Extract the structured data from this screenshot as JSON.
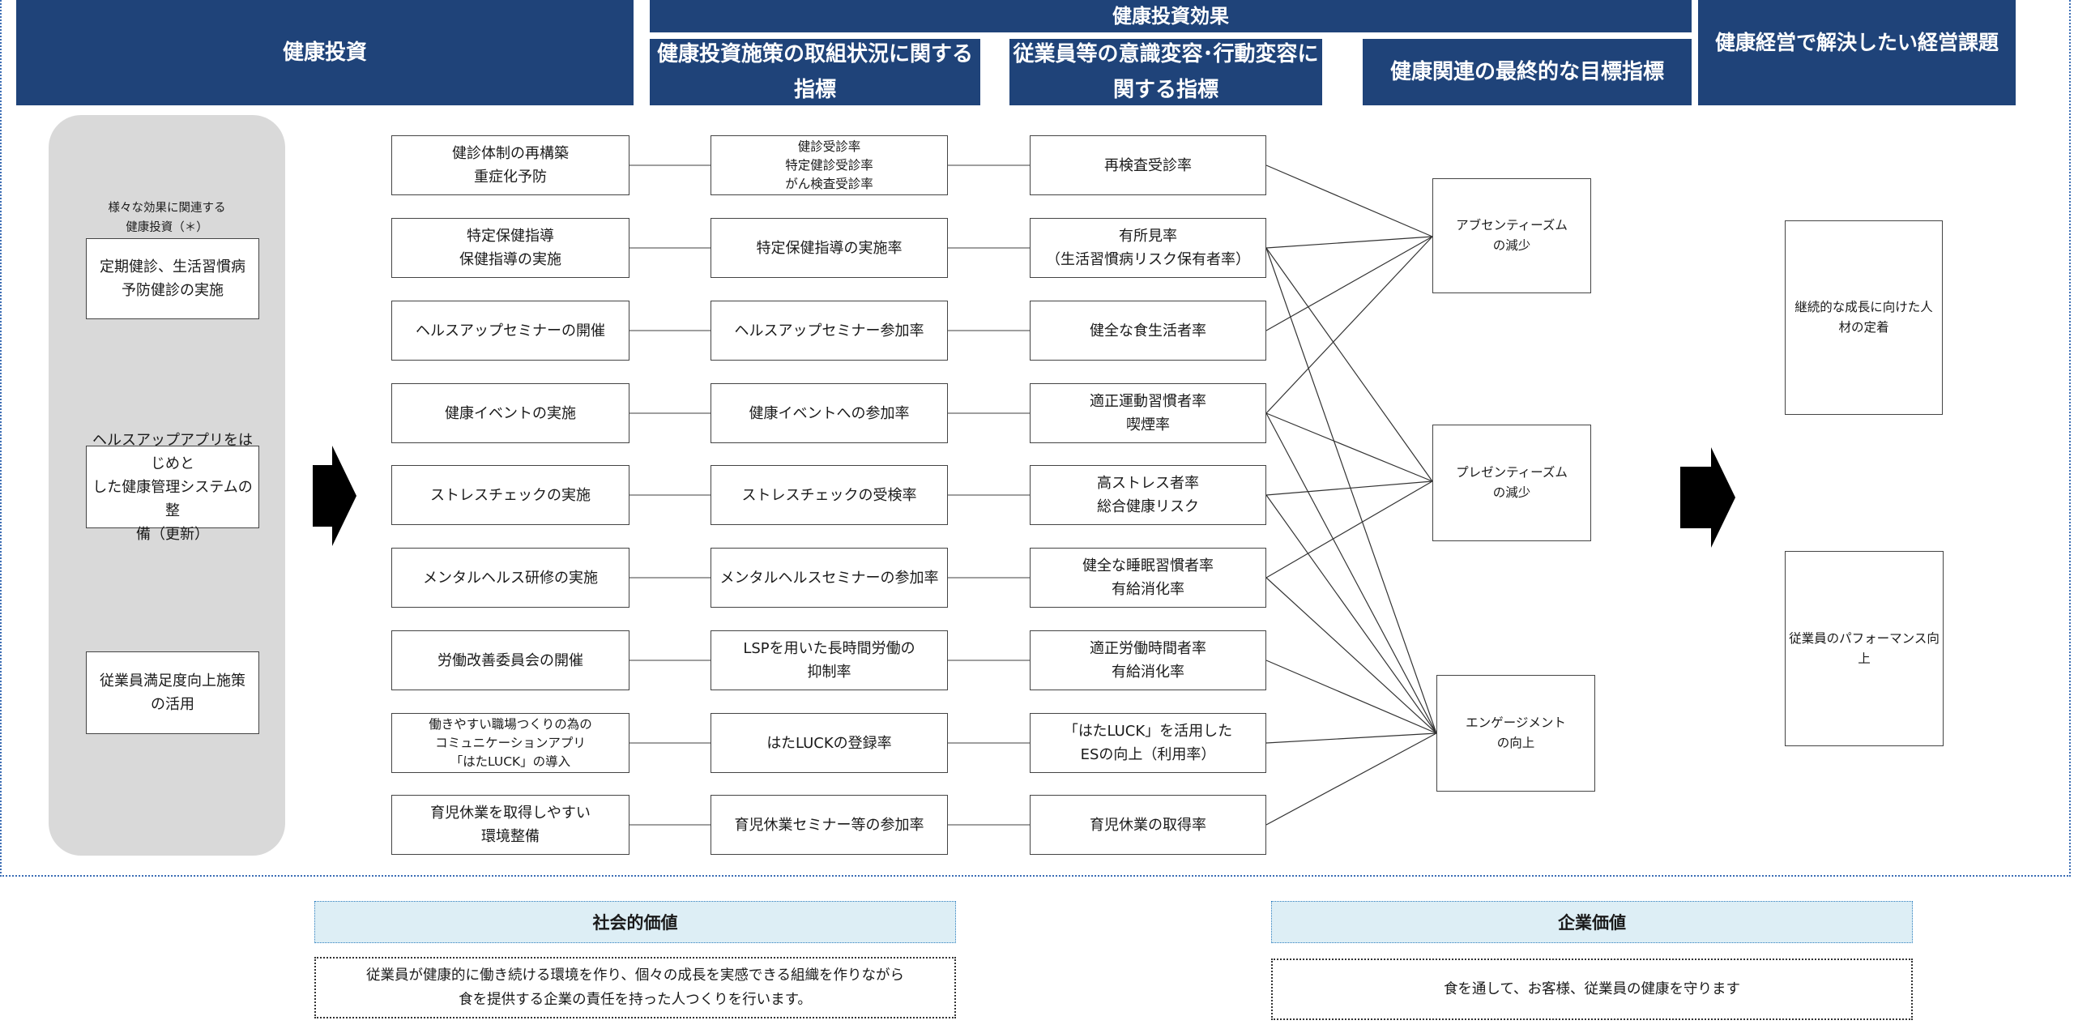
{
  "headers": {
    "investment": "健康投資",
    "effects": "健康投資効果",
    "initiative_indicators": "健康投資施策の取組状況に関する\n指標",
    "behavior_indicators": "従業員等の意識変容･行動変容に\n関する指標",
    "final_indicators": "健康関連の最終的な目標指標",
    "management_issues": "健康経営で解決したい経営課題"
  },
  "side_panel": {
    "note": "様々な効果に関連する\n健康投資（＊）",
    "items": [
      "定期健診、生活習慣病\n予防健診の実施",
      "ヘルスアップアプリをはじめと\nした健康管理システムの整\n備（更新）",
      "従業員満足度向上施策\nの活用"
    ]
  },
  "measures": [
    "健診体制の再構築\n重症化予防",
    "特定保健指導\n保健指導の実施",
    "ヘルスアップセミナーの開催",
    "健康イベントの実施",
    "ストレスチェックの実施",
    "メンタルヘルス研修の実施",
    "労働改善委員会の開催",
    "働きやすい職場つくりの為の\nコミュニケーションアプリ\n「はたLUCK」の導入",
    "育児休業を取得しやすい\n環境整備"
  ],
  "initiative_metrics": [
    "健診受診率\n特定健診受診率\nがん検査受診率",
    "特定保健指導の実施率",
    "ヘルスアップセミナー参加率",
    "健康イベントへの参加率",
    "ストレスチェックの受検率",
    "メンタルヘルスセミナーの参加率",
    "LSPを用いた長時間労働の\n抑制率",
    "はたLUCKの登録率",
    "育児休業セミナー等の参加率"
  ],
  "behavior_metrics": [
    "再検査受診率",
    "有所見率\n（生活習慣病リスク保有者率）",
    "健全な食生活者率",
    "適正運動習慣者率\n喫煙率",
    "高ストレス者率\n総合健康リスク",
    "健全な睡眠習慣者率\n有給消化率",
    "適正労働時間者率\n有給消化率",
    "「はたLUCK」を活用した\nESの向上（利用率）",
    "育児休業の取得率"
  ],
  "final_goals": [
    "アブセンティーズム\nの減少",
    "プレゼンティーズム\nの減少",
    "エンゲージメント\nの向上"
  ],
  "management_goals": [
    "継続的な成長に向けた人\n材の定着",
    "従業員のパフォーマンス向\n上"
  ],
  "links": [
    [
      0,
      0
    ],
    [
      1,
      0
    ],
    [
      1,
      1
    ],
    [
      1,
      2
    ],
    [
      2,
      0
    ],
    [
      3,
      0
    ],
    [
      3,
      1
    ],
    [
      3,
      2
    ],
    [
      4,
      1
    ],
    [
      4,
      2
    ],
    [
      5,
      1
    ],
    [
      5,
      2
    ],
    [
      6,
      2
    ],
    [
      7,
      2
    ],
    [
      8,
      2
    ]
  ],
  "values": {
    "social": {
      "title": "社会的価値",
      "text": "従業員が健康的に働き続ける環境を作り、個々の成長を実感できる組織を作りながら\n食を提供する企業の責任を持った人つくりを行います。"
    },
    "corporate": {
      "title": "企業価値",
      "text": "食を通して、お客様、従業員の健康を守ります"
    }
  },
  "colors": {
    "header_bg": "#1f4379",
    "panel_bg": "#d9d9d9",
    "value_title_bg": "#ddeef5",
    "frame": "#3b6db5"
  }
}
